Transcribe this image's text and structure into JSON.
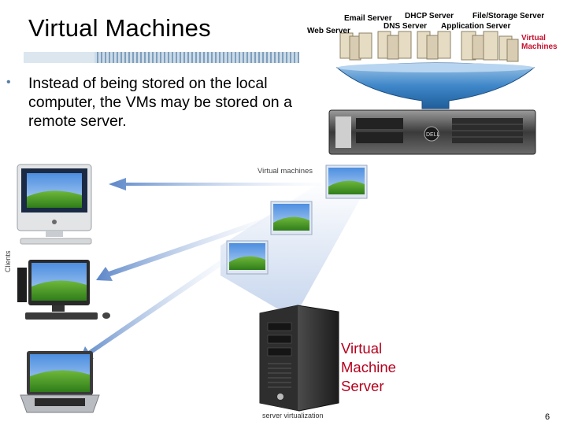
{
  "slide": {
    "title": "Virtual Machines",
    "bullet": "Instead of being stored on the local computer, the VMs may be stored on a remote server.",
    "page_number": "6"
  },
  "diagram": {
    "server_roles": {
      "email": "Email Server",
      "dhcp": "DHCP Server",
      "file_storage": "File/Storage Server",
      "web": "Web Server",
      "dns": "DNS Server",
      "application": "Application Server"
    },
    "virtual_machines_top_label": "Virtual Machines",
    "vm_caption": "Virtual machines",
    "clients_caption": "Clients",
    "vm_server_label": "Virtual Machine Server",
    "server_caption": "server virtualization"
  },
  "colors": {
    "accent_red": "#c8102e",
    "arrow_blue": "#3d6fb8",
    "bullet_blue": "#5a7ea3"
  }
}
